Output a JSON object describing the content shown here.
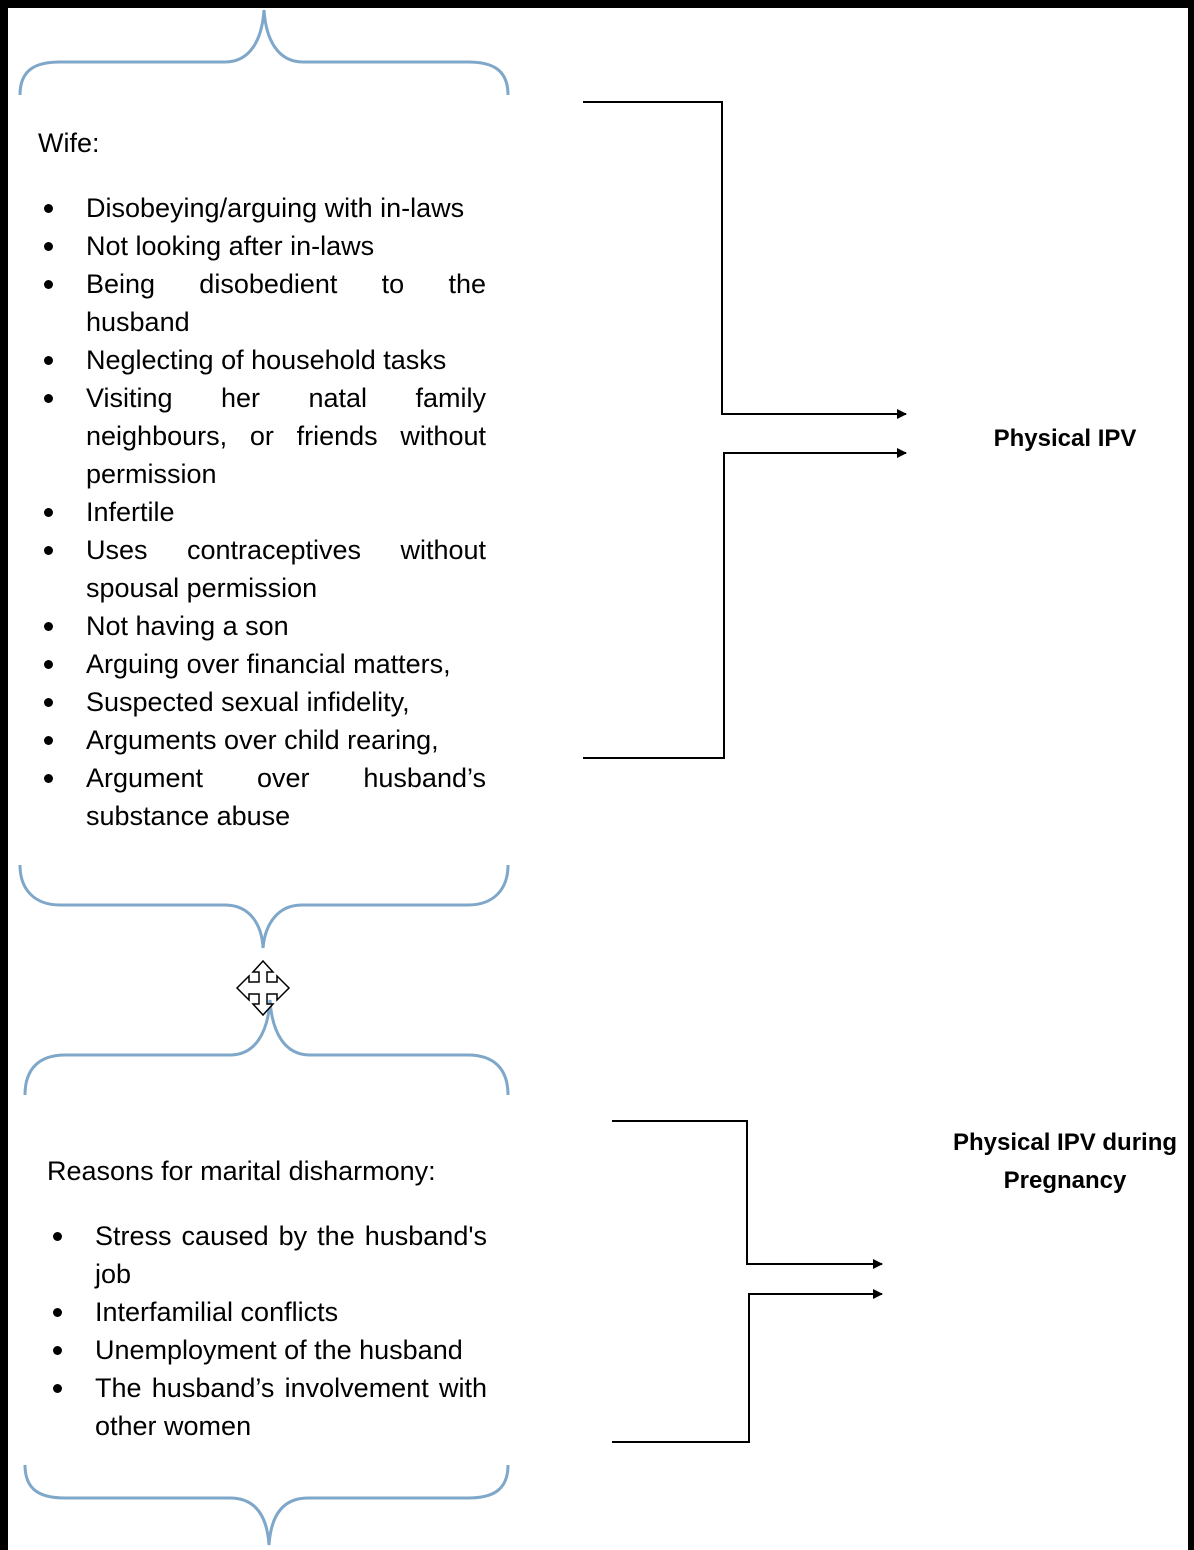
{
  "group1": {
    "heading": "Wife:",
    "items": [
      "Disobeying/arguing with in-laws",
      "Not looking after in-laws",
      "Being disobedient to the husband",
      "Neglecting of household tasks",
      "Visiting her natal family neighbours, or friends without permission",
      "Infertile",
      "Uses contraceptives without spousal permission",
      "Not having a son",
      "Arguing over financial matters,",
      "Suspected sexual infidelity,",
      "Arguments over child rearing,",
      "Argument over husband’s substance abuse"
    ]
  },
  "group2": {
    "heading": "Reasons for marital disharmony:",
    "items": [
      "Stress caused by the husband's job",
      "Interfamilial conflicts",
      "Unemployment of the husband",
      "The husband’s involvement with other women"
    ]
  },
  "outcomes": {
    "physical_ipv": "Physical IPV",
    "physical_ipv_pregnancy": "Physical IPV during Pregnancy"
  },
  "colors": {
    "brace": "#7FA7C9",
    "lines": "#000000"
  },
  "icons": {
    "move": "move-arrows-icon"
  }
}
